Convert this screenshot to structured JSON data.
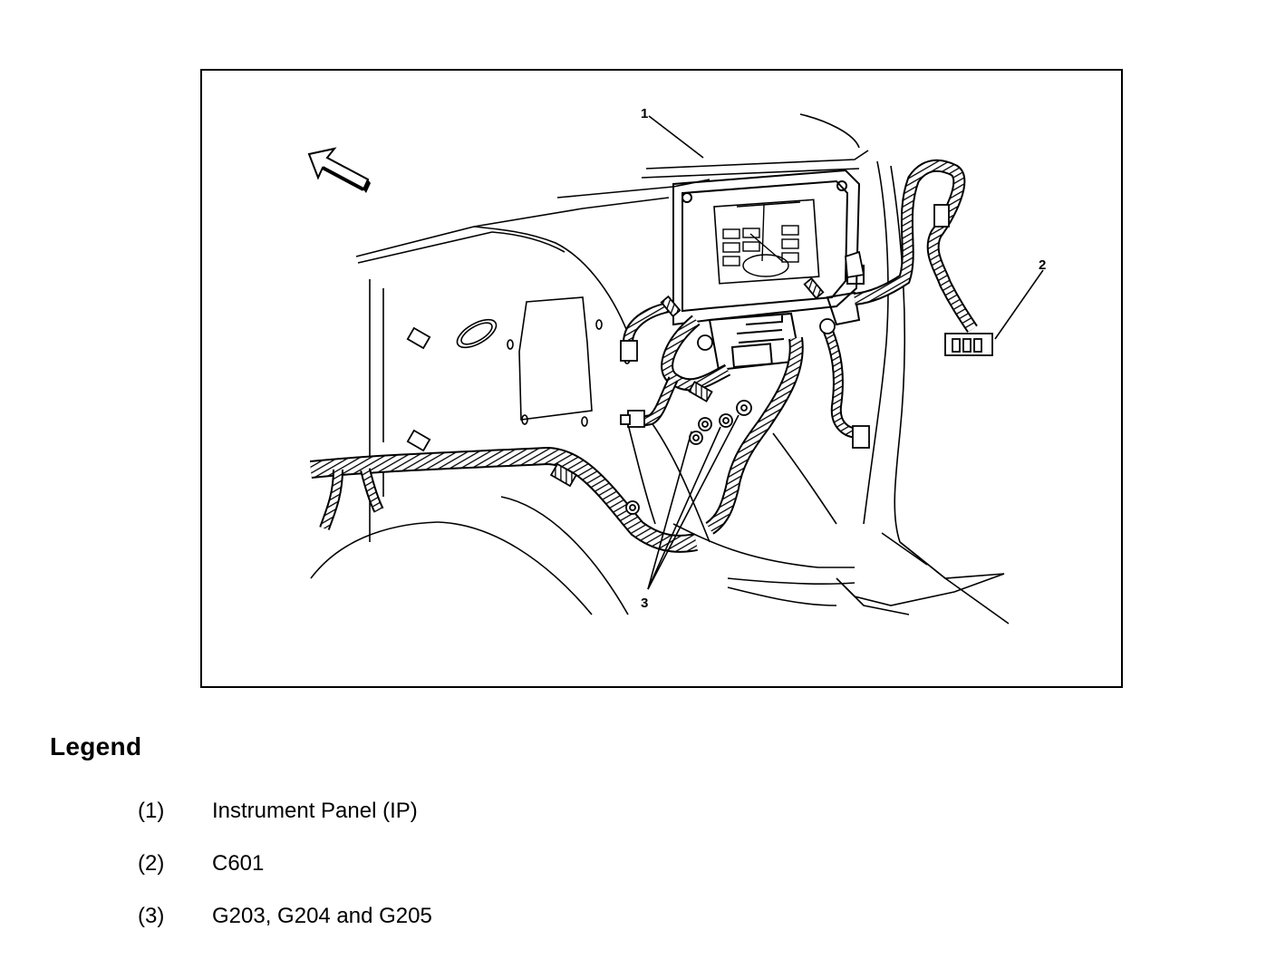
{
  "diagram": {
    "callouts": [
      "1",
      "2",
      "3"
    ],
    "direction_arrow": "arrow-icon"
  },
  "legend": {
    "title": "Legend",
    "items": [
      {
        "number": "(1)",
        "label": "Instrument Panel (IP)"
      },
      {
        "number": "(2)",
        "label": "C601"
      },
      {
        "number": "(3)",
        "label": "G203, G204 and G205"
      }
    ]
  }
}
